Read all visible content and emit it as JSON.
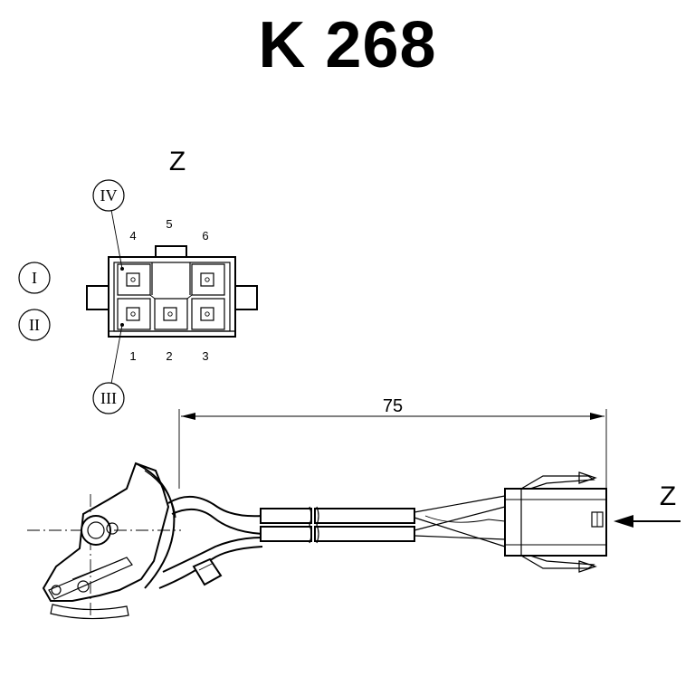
{
  "title": "K 268",
  "view": {
    "z_label": "Z"
  },
  "pins": {
    "top": [
      "4",
      "5",
      "6"
    ],
    "bottom": [
      "1",
      "2",
      "3"
    ]
  },
  "positions": {
    "I": "I",
    "II": "II",
    "III": "III",
    "IV": "IV"
  },
  "dimension": {
    "value": "75"
  },
  "arrow": {
    "label": "Z"
  }
}
